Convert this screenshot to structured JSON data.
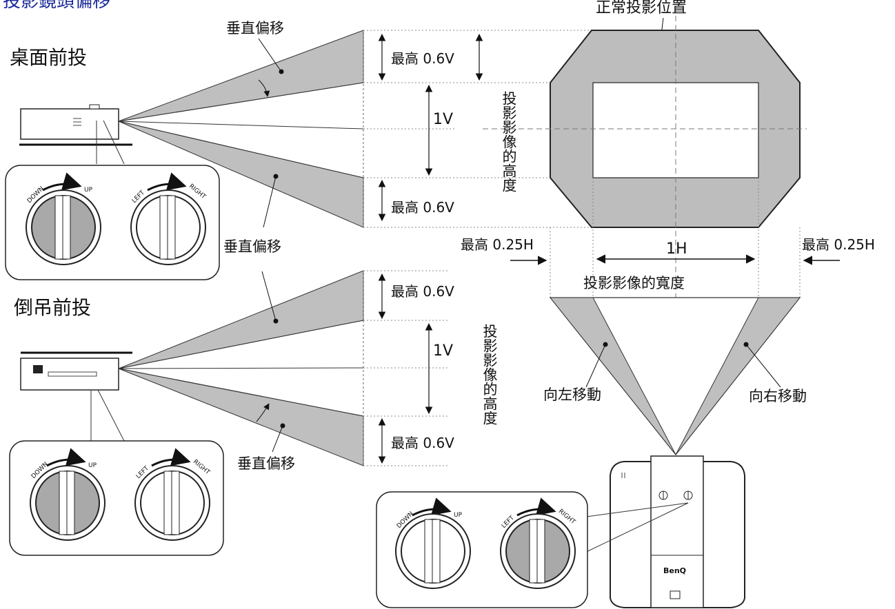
{
  "header_text": "投影鏡頭偏移",
  "normal_position": "正常投影位置",
  "desk_front": "桌面前投",
  "ceiling_front": "倒吊前投",
  "vertical_shift": "垂直偏移",
  "max_06v": "最高 0.6V",
  "one_v": "1V",
  "one_h": "1H",
  "max_025h": "最高 0.25H",
  "image_height": "投影影像的高度",
  "image_width": "投影影像的寬度",
  "shift_left": "向左移動",
  "shift_right": "向右移動",
  "dial": {
    "down": "DOWN",
    "up": "UP",
    "left": "LEFT",
    "right": "RIGHT"
  },
  "brand": "BenQ",
  "colors": {
    "shade": "#bdbdbd",
    "dial_shade": "#a9a9a9",
    "title": "#1a2a9a"
  }
}
